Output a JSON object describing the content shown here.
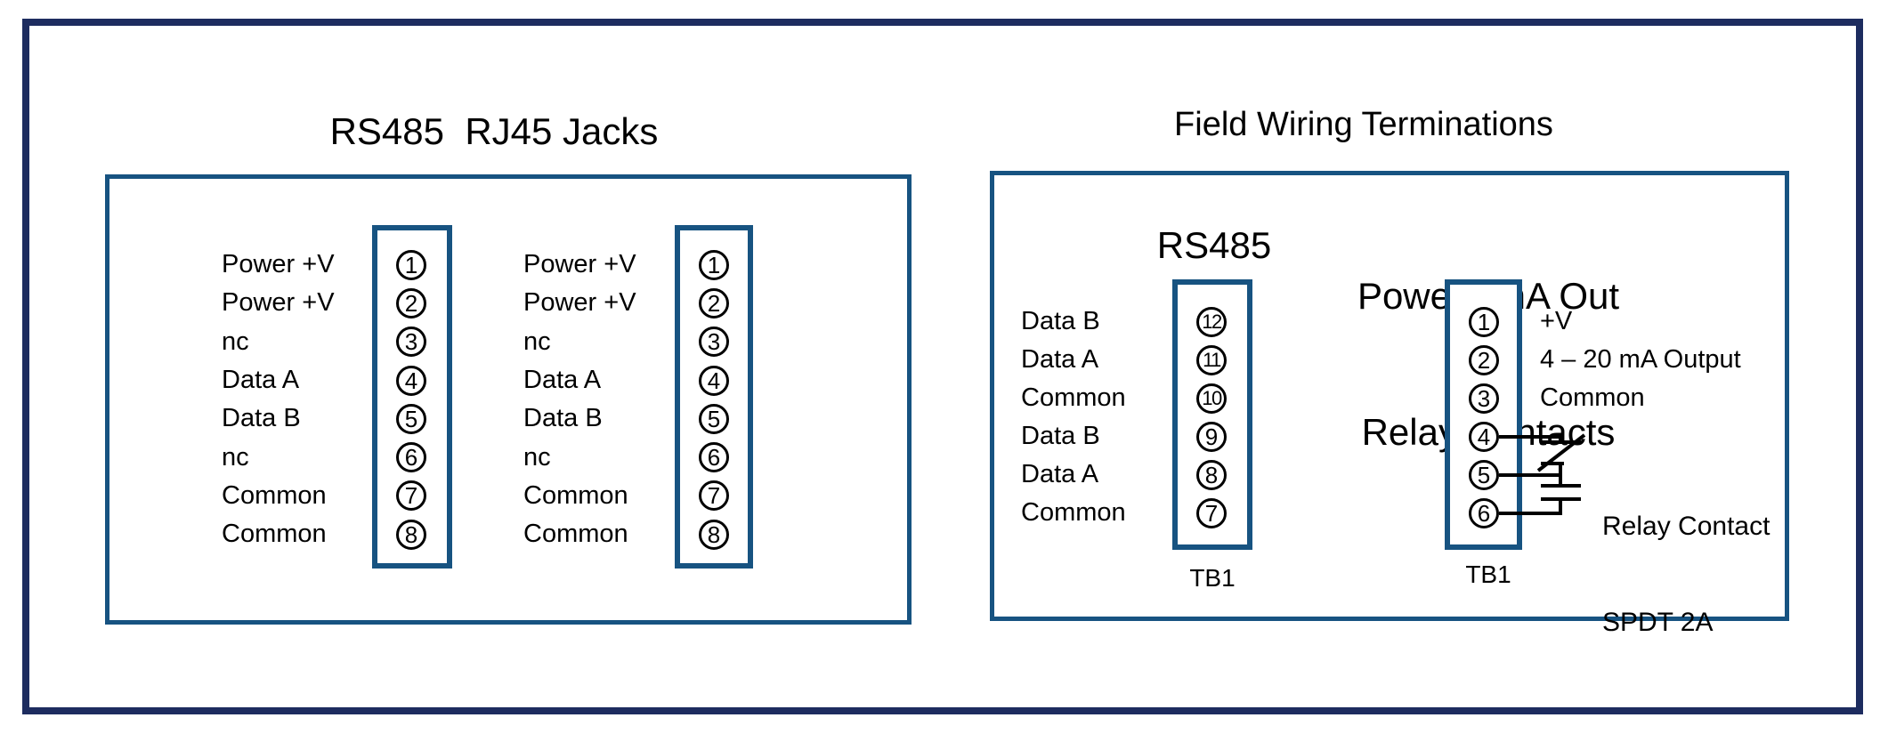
{
  "colors": {
    "outer_border": "#1D2C5F",
    "box_border": "#175381",
    "line_color": "#000000"
  },
  "left_panel": {
    "title": "RS485  RJ45 Jacks",
    "jacks": [
      {
        "pins": [
          {
            "pin": "1",
            "label": "Power +V"
          },
          {
            "pin": "2",
            "label": "Power +V"
          },
          {
            "pin": "3",
            "label": "nc"
          },
          {
            "pin": "4",
            "label": "Data A"
          },
          {
            "pin": "5",
            "label": "Data B"
          },
          {
            "pin": "6",
            "label": "nc"
          },
          {
            "pin": "7",
            "label": "Common"
          },
          {
            "pin": "8",
            "label": "Common"
          }
        ]
      },
      {
        "pins": [
          {
            "pin": "1",
            "label": "Power +V"
          },
          {
            "pin": "2",
            "label": "Power +V"
          },
          {
            "pin": "3",
            "label": "nc"
          },
          {
            "pin": "4",
            "label": "Data A"
          },
          {
            "pin": "5",
            "label": "Data B"
          },
          {
            "pin": "6",
            "label": "nc"
          },
          {
            "pin": "7",
            "label": "Common"
          },
          {
            "pin": "8",
            "label": "Common"
          }
        ]
      }
    ]
  },
  "right_panel": {
    "title": "Field Wiring Terminations",
    "rs485_block": {
      "header": "RS485",
      "terminal_name": "TB1",
      "pins": [
        {
          "pin": "12",
          "label": "Data B"
        },
        {
          "pin": "11",
          "label": "Data A"
        },
        {
          "pin": "10",
          "label": "Common"
        },
        {
          "pin": "9",
          "label": "Data B"
        },
        {
          "pin": "8",
          "label": "Data A"
        },
        {
          "pin": "7",
          "label": "Common"
        }
      ]
    },
    "power_block": {
      "header_line1": "Power , mA Out",
      "header_line2": "Relay Contacts",
      "terminal_name": "TB1",
      "pins": [
        {
          "pin": "1",
          "label": "+V"
        },
        {
          "pin": "2",
          "label": "4 – 20 mA Output"
        },
        {
          "pin": "3",
          "label": "Common"
        },
        {
          "pin": "4",
          "label": ""
        },
        {
          "pin": "5",
          "label": ""
        },
        {
          "pin": "6",
          "label": ""
        }
      ],
      "relay": {
        "line1": "Relay Contact",
        "line2": "SPDT 2A"
      }
    }
  }
}
